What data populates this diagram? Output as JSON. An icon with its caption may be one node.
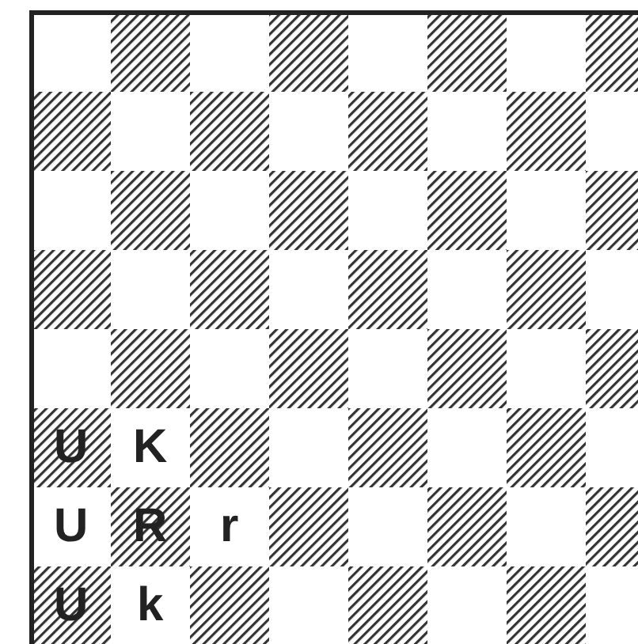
{
  "diagram": {
    "labels": [
      "U",
      "K",
      "U",
      "R",
      "r",
      "U",
      "k"
    ]
  }
}
